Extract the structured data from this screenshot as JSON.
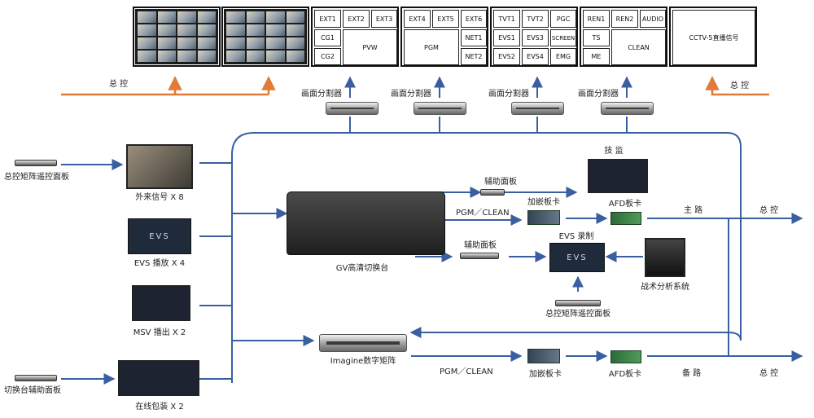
{
  "monitor_wall": {
    "group1": {
      "row1": [
        "EXT1",
        "EXT2",
        "EXT3"
      ],
      "left": [
        "CG1",
        "CG2"
      ],
      "main": "PVW"
    },
    "group2": {
      "row1": [
        "EXT4",
        "EXT5",
        "EXT6"
      ],
      "main": "PGM",
      "right": [
        "NET1",
        "NET2"
      ]
    },
    "group3": {
      "cells": [
        "TVT1",
        "TVT2",
        "PGC",
        "EVS1",
        "EVS3",
        "SCREEN",
        "EVS2",
        "EVS4",
        "EMG"
      ]
    },
    "group4": {
      "row1": [
        "REN1",
        "REN2",
        "AUDIO"
      ],
      "left": [
        "TS",
        "ME"
      ],
      "main": "CLEAN"
    },
    "group5": {
      "main": "CCTV-5直播信号"
    }
  },
  "labels": {
    "master_control_left": "总 控",
    "master_control_right": "总 控",
    "splitter": "画面分割器",
    "master_matrix_panel": "总控矩阵遥控面板",
    "external_signals": "外来信号 X 8",
    "evs_playback": "EVS 播放 X 4",
    "msv_out": "MSV 播出 X 2",
    "switcher_aux_panel": "切换台辅助面板",
    "online_package": "在线包装 X 2",
    "tech_monitor": "技 监",
    "aux_panel_top": "辅助面板",
    "aux_panel_mid": "辅助面板",
    "pgm_clean_top": "PGM／CLEAN",
    "pgm_clean_bottom": "PGM／CLEAN",
    "embed_card_top": "加嵌板卡",
    "embed_card_bottom": "加嵌板卡",
    "afd_card_top": "AFD板卡",
    "afd_card_bottom": "AFD板卡",
    "main_path": "主 路",
    "backup_path": "备 路",
    "master_control_out_top": "总 控",
    "master_control_out_bottom": "总 控",
    "gv_switcher": "GV高清切换台",
    "evs_record": "EVS 录制",
    "evs_logo": "EVS",
    "tactical_analysis": "战术分析系统",
    "master_matrix_panel_bottom": "总控矩阵遥控面板",
    "imagine_matrix": "Imagine数字矩阵"
  },
  "colors": {
    "signal_line": "#3a5fa0",
    "control_line": "#e07b39"
  }
}
